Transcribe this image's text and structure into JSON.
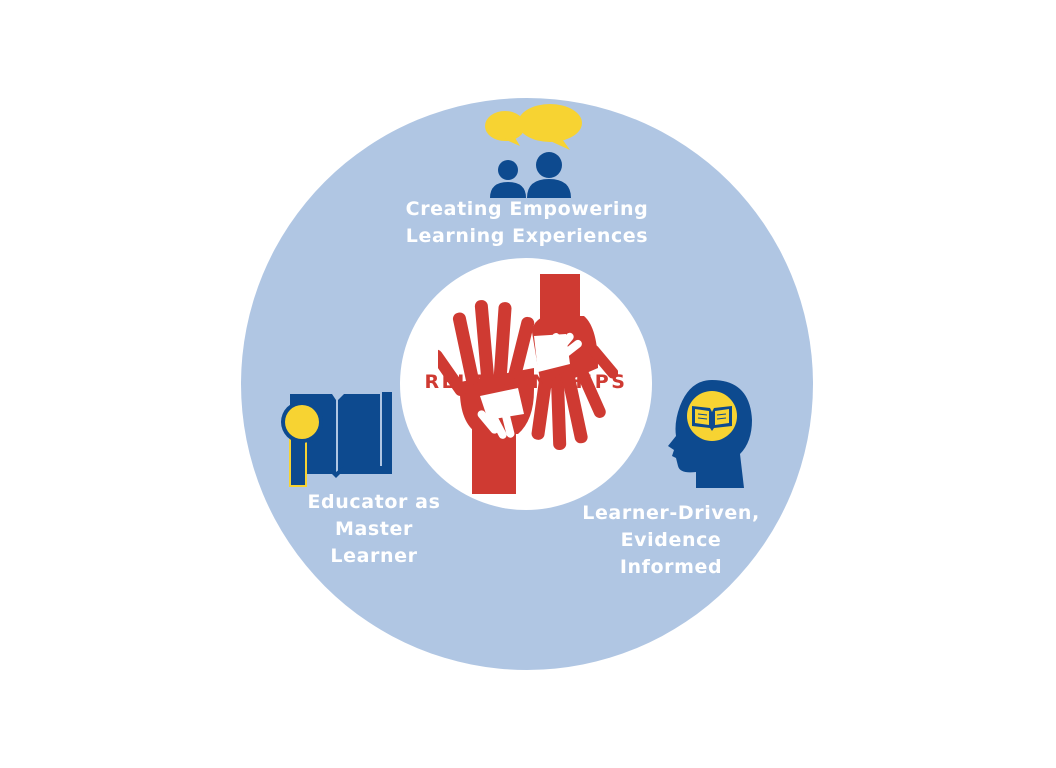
{
  "center": {
    "title": "RELATIONSHIPS",
    "icon": "helping-hands-icon"
  },
  "top": {
    "line1": "Creating Empowering",
    "line2": "Learning Experiences",
    "icon": "people-speech-bubbles-icon"
  },
  "left": {
    "line1": "Educator as",
    "line2": "Master",
    "line3": "Learner",
    "icon": "book-magnifier-icon"
  },
  "right": {
    "line1": "Learner-Driven,",
    "line2": "Evidence",
    "line3": "Informed",
    "icon": "head-book-icon"
  },
  "colors": {
    "outer_circle": "#b0c6e3",
    "inner_circle": "#ffffff",
    "red": "#cf3a32",
    "navy": "#0d4a8f",
    "yellow": "#f7d332",
    "label_text": "#ffffff"
  }
}
